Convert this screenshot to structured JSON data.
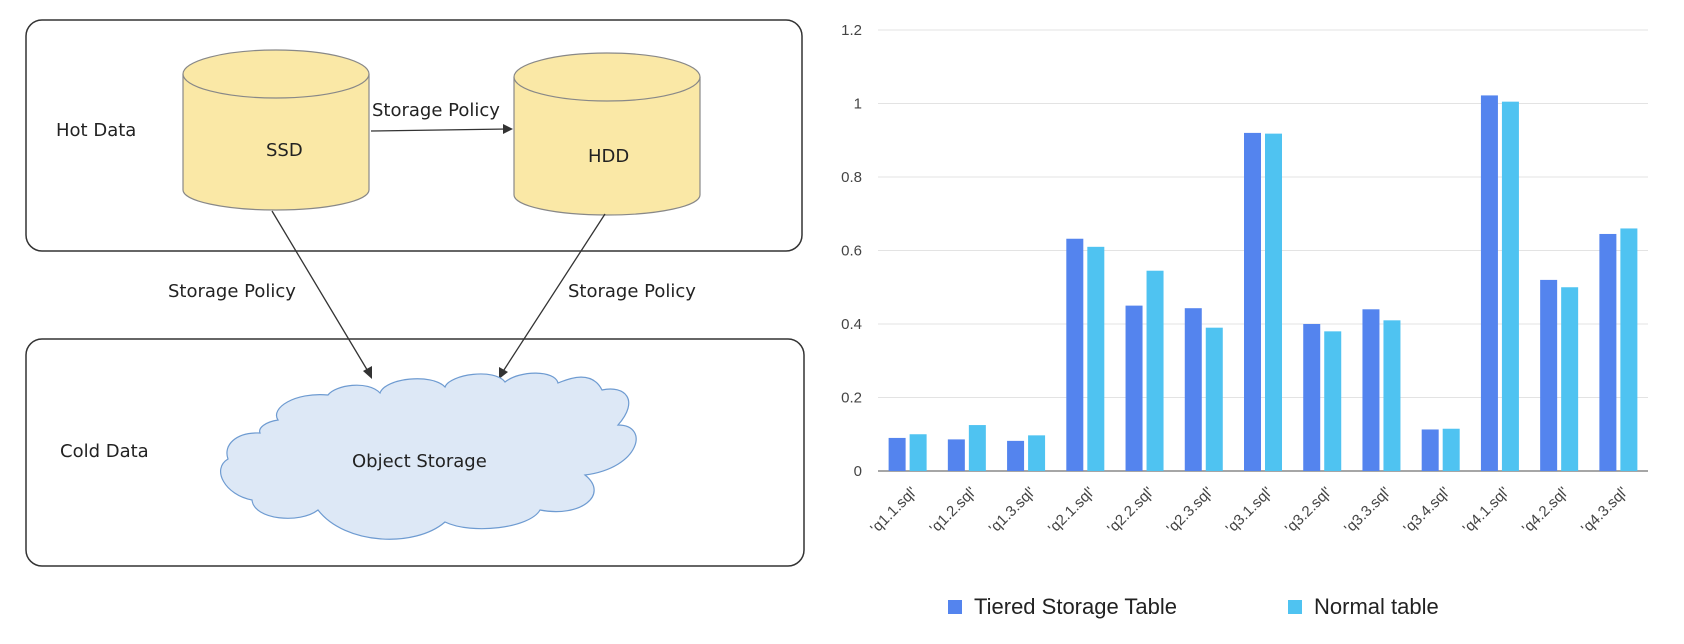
{
  "diagram": {
    "hot_label": "Hot Data",
    "cold_label": "Cold Data",
    "ssd_label": "SSD",
    "hdd_label": "HDD",
    "object_storage_label": "Object Storage",
    "policy_ssd_hdd": "Storage Policy",
    "policy_ssd_obj": "Storage Policy",
    "policy_hdd_obj": "Storage Policy",
    "colors": {
      "disk_fill": "#fae8a6",
      "cloud_fill": "#dde8f6",
      "cloud_stroke": "#6e9bd1"
    }
  },
  "chart_data": {
    "type": "bar",
    "categories": [
      "'q1.1.sql'",
      "'q1.2.sql'",
      "'q1.3.sql'",
      "'q2.1.sql'",
      "'q2.2.sql'",
      "'q2.3.sql'",
      "'q3.1.sql'",
      "'q3.2.sql'",
      "'q3.3.sql'",
      "'q3.4.sql'",
      "'q4.1.sql'",
      "'q4.2.sql'",
      "'q4.3.sql'"
    ],
    "series": [
      {
        "name": "Tiered Storage Table",
        "color": "#5484ee",
        "values": [
          0.09,
          0.086,
          0.082,
          0.632,
          0.45,
          0.443,
          0.92,
          0.4,
          0.44,
          0.113,
          1.022,
          0.52,
          0.645
        ]
      },
      {
        "name": "Normal table",
        "color": "#4fc3f1",
        "values": [
          0.1,
          0.125,
          0.097,
          0.61,
          0.545,
          0.39,
          0.918,
          0.38,
          0.41,
          0.115,
          1.005,
          0.5,
          0.66
        ]
      }
    ],
    "ylim": [
      0,
      1.2
    ],
    "yticks": [
      0,
      0.2,
      0.4,
      0.6,
      0.8,
      1,
      1.2
    ],
    "ytick_labels": [
      "0",
      "0.2",
      "0.4",
      "0.6",
      "0.8",
      "1",
      "1.2"
    ],
    "grid": true,
    "legend": "bottom"
  }
}
